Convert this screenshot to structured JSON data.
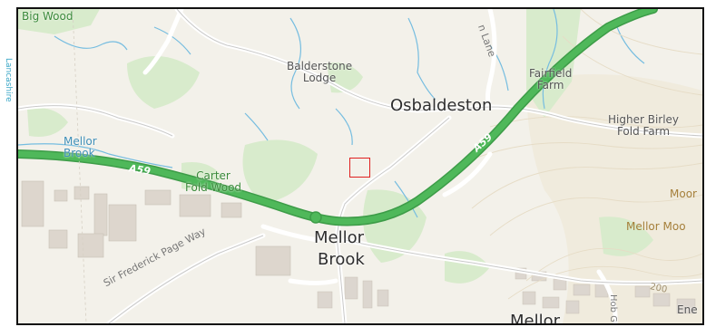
{
  "edge_label": "Lancashire",
  "map": {
    "places": {
      "osbaldeston": "Osbaldeston",
      "mellor_brook_line1": "Mellor",
      "mellor_brook_line2": "Brook",
      "mellor": "Mellor"
    },
    "farms": {
      "balderstone_lodge_line1": "Balderstone",
      "balderstone_lodge_line2": "Lodge",
      "fairfield_farm_line1": "Fairfield",
      "fairfield_farm_line2": "Farm",
      "higher_birley_line1": "Higher Birley",
      "higher_birley_line2": "Fold Farm"
    },
    "water": {
      "mellor_brook_stream_line1": "Mellor",
      "mellor_brook_stream_line2": "Brook"
    },
    "woods": {
      "big_wood": "Big Wood",
      "carter_fold_line1": "Carter",
      "carter_fold_line2": "Fold Wood"
    },
    "roads": {
      "a59_west": "A59",
      "a59_east": "A59",
      "sir_frederick_page_way": "Sir Frederick Page Way",
      "lane_north": "n Lane",
      "hob_green": "Hob G",
      "contour_200": "200"
    },
    "hills": {
      "moor_top": "Moor",
      "mellor_moor": "Mellor Moo",
      "ene": "Ene"
    },
    "colors": {
      "background": "#f3f1ea",
      "trunk_road": "#4fb85a",
      "stream": "#76bde0",
      "selection": "#e02020"
    }
  }
}
